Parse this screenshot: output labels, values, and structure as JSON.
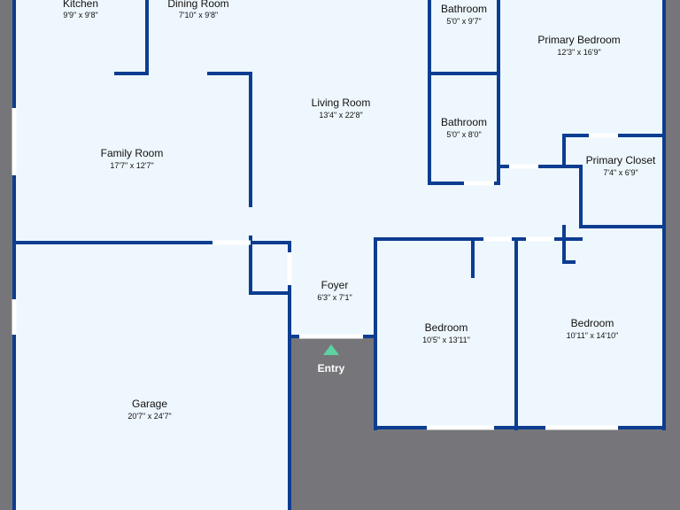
{
  "colors": {
    "background": "#76767a",
    "floor": "#eef7fd",
    "wall": "#0d3d91",
    "entry_marker": "#5ed3a2"
  },
  "rooms": [
    {
      "id": "kitchen",
      "name": "Kitchen",
      "dims": "9'9\" x 9'8\""
    },
    {
      "id": "dining-room",
      "name": "Dining Room",
      "dims": "7'10\" x 9'8\""
    },
    {
      "id": "bathroom-top",
      "name": "Bathroom",
      "dims": "5'0\" x 9'7\""
    },
    {
      "id": "primary-bedroom",
      "name": "Primary Bedroom",
      "dims": "12'3\" x 16'9\""
    },
    {
      "id": "living-room",
      "name": "Living Room",
      "dims": "13'4\" x 22'8\""
    },
    {
      "id": "bathroom",
      "name": "Bathroom",
      "dims": "5'0\" x 8'0\""
    },
    {
      "id": "family-room",
      "name": "Family Room",
      "dims": "17'7\" x 12'7\""
    },
    {
      "id": "primary-closet",
      "name": "Primary Closet",
      "dims": "7'4\" x 6'9\""
    },
    {
      "id": "foyer",
      "name": "Foyer",
      "dims": "6'3\" x 7'1\""
    },
    {
      "id": "bedroom-left",
      "name": "Bedroom",
      "dims": "10'5\" x 13'11\""
    },
    {
      "id": "bedroom-right",
      "name": "Bedroom",
      "dims": "10'11\" x 14'10\""
    },
    {
      "id": "garage",
      "name": "Garage",
      "dims": "20'7\" x 24'7\""
    }
  ],
  "entry": {
    "label": "Entry",
    "icon": "entry-triangle-icon"
  }
}
